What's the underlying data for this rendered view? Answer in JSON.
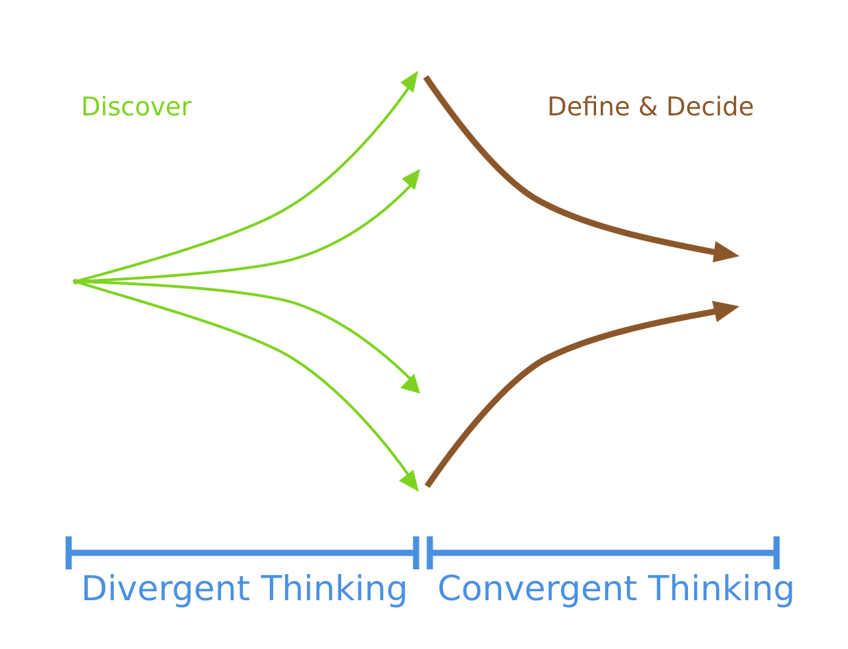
{
  "labels": {
    "discover": "Discover",
    "define_decide": "Define & Decide",
    "divergent_thinking": "Divergent Thinking",
    "convergent_thinking": "Convergent Thinking"
  },
  "colors": {
    "green": "#7ed321",
    "brown": "#8b572a",
    "blue": "#4a90e2"
  }
}
